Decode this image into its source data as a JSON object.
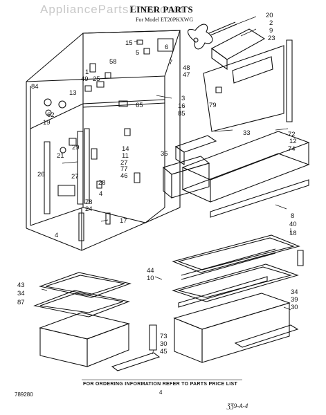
{
  "watermark": "AppliancePartsPros.com",
  "title": "LINER PARTS",
  "model": "For Model ET20PKXWG",
  "footer": "FOR ORDERING INFORMATION REFER TO PARTS PRICE LIST",
  "part_number": "789280",
  "page_number": "4",
  "signature": "ƷƷ9-A-4",
  "callouts": [
    {
      "id": "c20",
      "text": "20"
    },
    {
      "id": "c2",
      "text": "2"
    },
    {
      "id": "c9",
      "text": "9"
    },
    {
      "id": "c23",
      "text": "23"
    },
    {
      "id": "c15",
      "text": "15"
    },
    {
      "id": "c5",
      "text": "5"
    },
    {
      "id": "c6",
      "text": "6"
    },
    {
      "id": "c7",
      "text": "7"
    },
    {
      "id": "c48",
      "text": "48"
    },
    {
      "id": "c47",
      "text": "47"
    },
    {
      "id": "c58",
      "text": "58"
    },
    {
      "id": "c1",
      "text": "1"
    },
    {
      "id": "c25",
      "text": "25"
    },
    {
      "id": "c49",
      "text": "49"
    },
    {
      "id": "c84",
      "text": "84"
    },
    {
      "id": "c13",
      "text": "13"
    },
    {
      "id": "c62",
      "text": "62"
    },
    {
      "id": "c19",
      "text": "19"
    },
    {
      "id": "c3",
      "text": "3"
    },
    {
      "id": "c16",
      "text": "16"
    },
    {
      "id": "c85",
      "text": "85"
    },
    {
      "id": "c65",
      "text": "65"
    },
    {
      "id": "c79",
      "text": "79"
    },
    {
      "id": "c33",
      "text": "33"
    },
    {
      "id": "c72",
      "text": "72"
    },
    {
      "id": "c12",
      "text": "12"
    },
    {
      "id": "c74",
      "text": "74"
    },
    {
      "id": "c29",
      "text": "29"
    },
    {
      "id": "c14",
      "text": "14"
    },
    {
      "id": "c21",
      "text": "21"
    },
    {
      "id": "c11",
      "text": "11"
    },
    {
      "id": "c27a",
      "text": "27"
    },
    {
      "id": "c77",
      "text": "77"
    },
    {
      "id": "c46",
      "text": "46"
    },
    {
      "id": "c35",
      "text": "35"
    },
    {
      "id": "c26",
      "text": "26"
    },
    {
      "id": "c27b",
      "text": "27"
    },
    {
      "id": "c28",
      "text": "28"
    },
    {
      "id": "c4a",
      "text": "4"
    },
    {
      "id": "c78",
      "text": "78"
    },
    {
      "id": "c24",
      "text": "24"
    },
    {
      "id": "c17",
      "text": "17"
    },
    {
      "id": "c4b",
      "text": "4"
    },
    {
      "id": "c8",
      "text": "8"
    },
    {
      "id": "c40",
      "text": "40"
    },
    {
      "id": "c18",
      "text": "18"
    },
    {
      "id": "c44",
      "text": "44"
    },
    {
      "id": "c10",
      "text": "10"
    },
    {
      "id": "c43",
      "text": "43"
    },
    {
      "id": "c34a",
      "text": "34"
    },
    {
      "id": "c87",
      "text": "87"
    },
    {
      "id": "c34b",
      "text": "34"
    },
    {
      "id": "c39",
      "text": "39"
    },
    {
      "id": "c30a",
      "text": "30"
    },
    {
      "id": "c73",
      "text": "73"
    },
    {
      "id": "c30b",
      "text": "30"
    },
    {
      "id": "c45",
      "text": "45"
    }
  ]
}
